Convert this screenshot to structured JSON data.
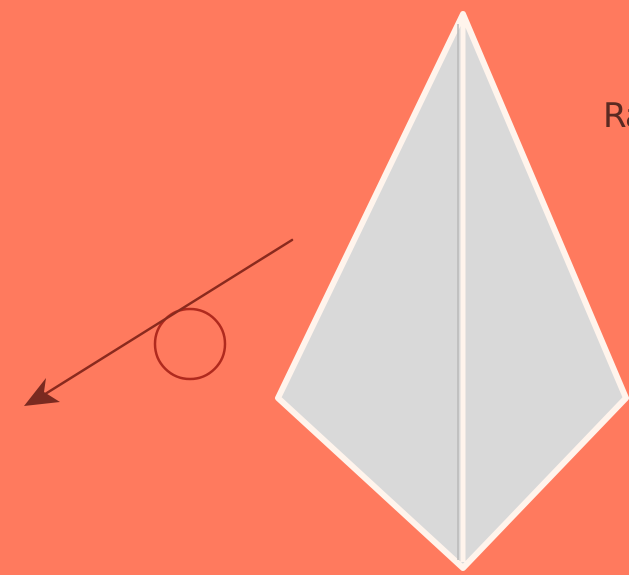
{
  "diagram": {
    "caption": "Ra",
    "colors": {
      "background": "#ff7a5e",
      "paper_face": "#d9d9d9",
      "paper_edge": "#fff4ec",
      "crease": "#b9b9b9",
      "arrow": "#8a2a1e",
      "rotate_symbol": "#b02a1e"
    },
    "icons": {
      "kite_base": "kite-shape",
      "turn_over": "turn-over-circle-symbol",
      "direction": "arrow-left-down"
    }
  }
}
